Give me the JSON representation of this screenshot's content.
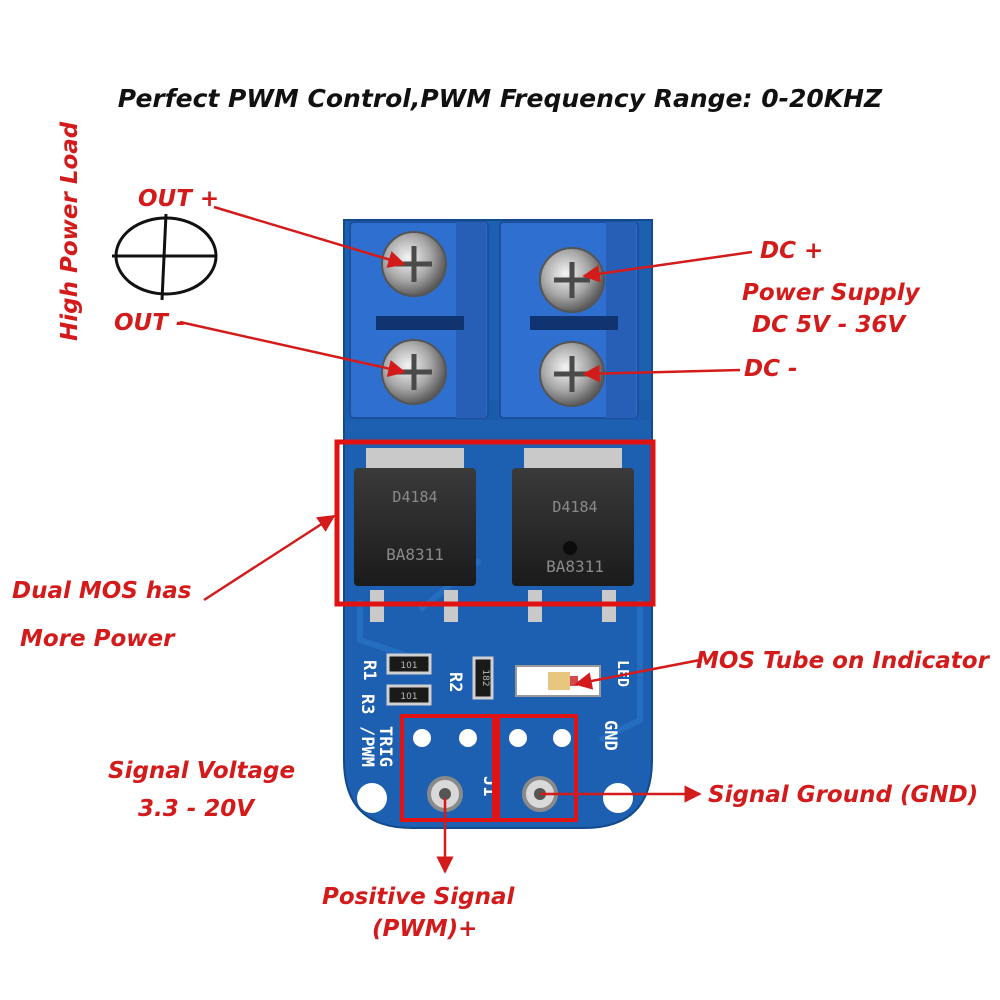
{
  "title": "Perfect PWM Control,PWM Frequency Range: 0-20KHZ",
  "callouts": {
    "high_power_load": "High Power Load",
    "out_plus": "OUT +",
    "out_minus": "OUT -",
    "dc_plus": "DC +",
    "power_supply": "Power Supply",
    "power_supply_range": "DC 5V - 36V",
    "dc_minus": "DC -",
    "dual_mos_line1": "Dual MOS has",
    "dual_mos_line2": "More Power",
    "mos_indicator": "MOS Tube on Indicator",
    "signal_voltage_line1": "Signal Voltage",
    "signal_voltage_line2": "3.3 - 20V",
    "signal_ground": "Signal Ground (GND)",
    "positive_signal_line1": "Positive Signal",
    "positive_signal_line2": "(PWM)+"
  },
  "board": {
    "chip_top_marking": "D4184",
    "chip_bottom_marking": "BA8311",
    "silk_r1": "R1",
    "silk_r3": "R3",
    "silk_r2": "R2",
    "silk_trig": "TRIG",
    "silk_pwm": "/PWM",
    "silk_gnd": "GND",
    "silk_led": "LED",
    "silk_j1": "J1",
    "resistor_r1": "101",
    "resistor_r3": "101",
    "resistor_r2": "182"
  },
  "colors": {
    "annotation_red": "#d41b1b",
    "pcb_blue": "#1d5fb0",
    "terminal_blue": "#2f6fd0"
  }
}
